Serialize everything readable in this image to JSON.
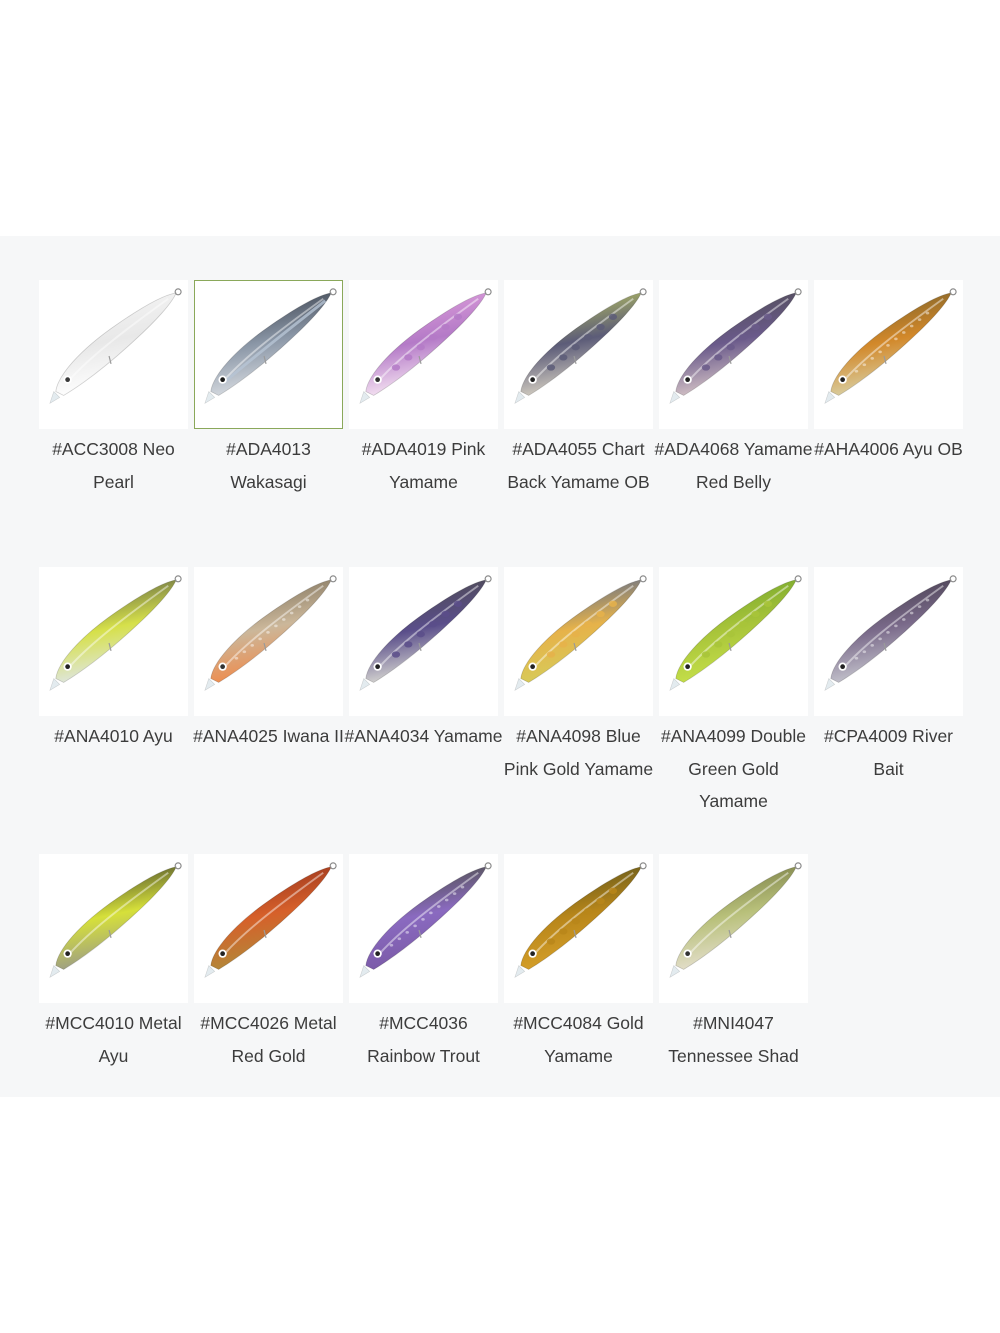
{
  "colors": {
    "panel_background": "#f6f7f8",
    "tile_background": "#ffffff",
    "label_text": "#3c3c3c",
    "selected_border": "#8aa85a"
  },
  "selected_index": 1,
  "swatches": [
    {
      "label": "#ACC3008 Neo Pearl",
      "icon": "lure-neo-pearl-icon",
      "back": "#f7f7f7",
      "belly": "#ffffff",
      "accent": "#e8e8e8",
      "eye": "#3a3a3a",
      "spots": "none"
    },
    {
      "label": "#ADA4013 Wakasagi",
      "icon": "lure-wakasagi-icon",
      "back": "#2a2f3a",
      "belly": "#d9dde2",
      "accent": "#8a96a6",
      "eye": "#1c1c1c",
      "spots": "stripe"
    },
    {
      "label": "#ADA4019 Pink Yamame",
      "icon": "lure-pink-yamame-icon",
      "back": "#e6a6df",
      "belly": "#f8e8f4",
      "accent": "#b47ac7",
      "eye": "#333333",
      "spots": "parr"
    },
    {
      "label": "#ADA4055 Chart Back Yamame OB",
      "icon": "lure-chart-back-yamame-icon",
      "back": "#c6d25a",
      "belly": "#d8d2c4",
      "accent": "#5c5c78",
      "eye": "#222222",
      "spots": "parr"
    },
    {
      "label": "#ADA4068 Yamame Red Belly",
      "icon": "lure-yamame-red-belly-icon",
      "back": "#4a4a4a",
      "belly": "#d8c6c8",
      "accent": "#6a5a8a",
      "eye": "#222222",
      "spots": "parr"
    },
    {
      "label": "#AHA4006 Ayu OB",
      "icon": "lure-ayu-ob-icon",
      "back": "#6a5a2a",
      "belly": "#d9d2a8",
      "accent": "#d2882a",
      "eye": "#222222",
      "spots": "dots"
    },
    {
      "label": "#ANA4010 Ayu",
      "icon": "lure-ayu-icon",
      "back": "#4a4e44",
      "belly": "#dfe6e8",
      "accent": "#d6e04a",
      "eye": "#222222",
      "spots": "none"
    },
    {
      "label": "#ANA4025 Iwana II",
      "icon": "lure-iwana-icon",
      "back": "#6e6450",
      "belly": "#f08a4a",
      "accent": "#cbb79a",
      "eye": "#333333",
      "spots": "dots"
    },
    {
      "label": "#ANA4034 Yamame",
      "icon": "lure-yamame-icon",
      "back": "#4a4a40",
      "belly": "#dcdcd4",
      "accent": "#5a4e8a",
      "eye": "#222222",
      "spots": "parr"
    },
    {
      "label": "#ANA4098 Blue Pink Gold Yamame",
      "icon": "lure-blue-pink-gold-yamame-icon",
      "back": "#3a5aa0",
      "belly": "#d6cc5a",
      "accent": "#e6b24a",
      "eye": "#222222",
      "spots": "parr"
    },
    {
      "label": "#ANA4099 Double Green Gold Yamame",
      "icon": "lure-double-green-gold-yamame-icon",
      "back": "#6aa02a",
      "belly": "#c6e04a",
      "accent": "#a8c43a",
      "eye": "#222222",
      "spots": "parr"
    },
    {
      "label": "#CPA4009 River Bait",
      "icon": "lure-river-bait-icon",
      "back": "#3a3440",
      "belly": "#c8c8d0",
      "accent": "#7a6a8a",
      "eye": "#222222",
      "spots": "dots"
    },
    {
      "label": "#MCC4010 Metal Ayu",
      "icon": "lure-metal-ayu-icon",
      "back": "#2a2a2a",
      "belly": "#9a9a8a",
      "accent": "#d6e03a",
      "eye": "#222222",
      "spots": "none"
    },
    {
      "label": "#MCC4026 Metal Red Gold",
      "icon": "lure-metal-red-gold-icon",
      "back": "#8a2a1a",
      "belly": "#b08a3a",
      "accent": "#d6602a",
      "eye": "#222222",
      "spots": "none"
    },
    {
      "label": "#MCC4036 Rainbow Trout",
      "icon": "lure-rainbow-trout-icon",
      "back": "#3e4a2a",
      "belly": "#7a5aa6",
      "accent": "#8a6ac0",
      "eye": "#222222",
      "spots": "dots"
    },
    {
      "label": "#MCC4084 Gold Yamame",
      "icon": "lure-gold-yamame-icon",
      "back": "#4a4a1a",
      "belly": "#d6a02a",
      "accent": "#b8861a",
      "eye": "#222222",
      "spots": "parr"
    },
    {
      "label": "#MNI4047 Tennessee Shad",
      "icon": "lure-tennessee-shad-icon",
      "back": "#6a6e3a",
      "belly": "#e6e0d0",
      "accent": "#b8c07a",
      "eye": "#333333",
      "spots": "none"
    }
  ]
}
